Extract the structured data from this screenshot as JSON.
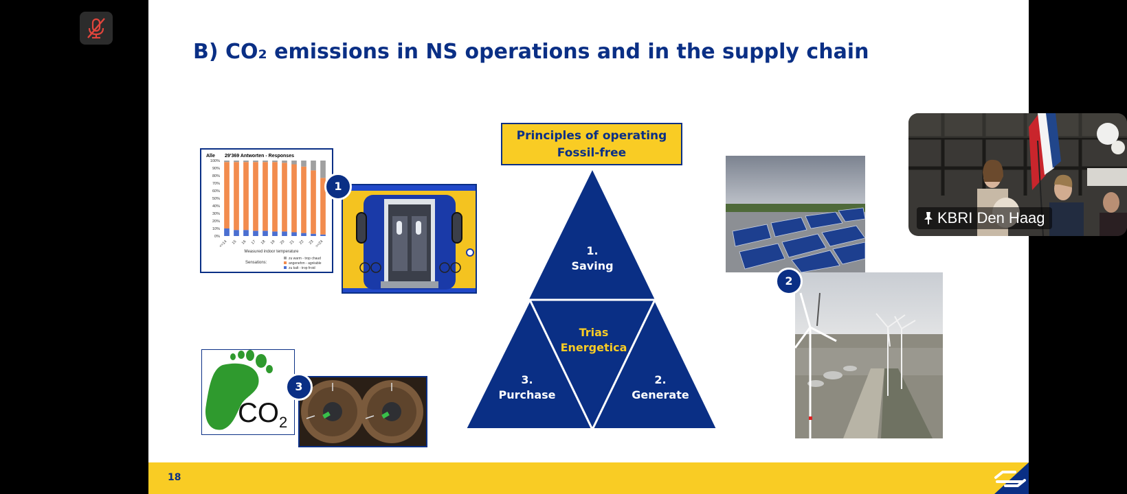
{
  "meeting": {
    "mic_icon": "mic-muted-icon",
    "participant_name": "KBRI Den Haag"
  },
  "slide": {
    "title": "B) CO₂ emissions in NS operations and in the supply chain",
    "page_number": "18",
    "principles_line1": "Principles of operating",
    "principles_line2": "Fossil-free",
    "triangle": {
      "top_num": "1.",
      "top_label": "Saving",
      "center_line1": "Trias",
      "center_line2": "Energetica",
      "left_num": "3.",
      "left_label": "Purchase",
      "right_num": "2.",
      "right_label": "Generate"
    },
    "badges": [
      "1",
      "2",
      "3"
    ],
    "co2_label": "CO",
    "co2_sub": "2",
    "chart_header_left": "Alle",
    "chart_header_right": "29'369 Antworten - Responses",
    "chart_xlabel": "Measured indoor temperature",
    "chart_sensations": "Sensations:",
    "chart_legend": [
      "zu warm - trop chaud",
      "angenehm - agréable",
      "zu kalt - trop froid"
    ]
  },
  "colors": {
    "ns_blue": "#0a2f85",
    "ns_yellow": "#f9cc24",
    "chart_orange": "#f28c4e",
    "chart_grey": "#a0a0a0",
    "chart_blue": "#4a6fd1"
  },
  "chart_data": {
    "type": "bar",
    "title": "29'369 Antworten - Responses",
    "xlabel": "Measured indoor temperature",
    "ylabel": "",
    "ylim": [
      0,
      100
    ],
    "y_ticks": [
      "0%",
      "10%",
      "20%",
      "30%",
      "40%",
      "50%",
      "60%",
      "70%",
      "80%",
      "90%",
      "100%"
    ],
    "categories": [
      "<=14",
      "15",
      "16",
      "17",
      "18",
      "19",
      "20",
      "21",
      "22",
      "23",
      ">=24"
    ],
    "series": [
      {
        "name": "zu kalt - trop froid",
        "values": [
          10,
          8,
          8,
          7,
          7,
          6,
          6,
          5,
          4,
          3,
          2
        ]
      },
      {
        "name": "angenehm - agréable",
        "values": [
          88,
          90,
          90,
          91,
          91,
          92,
          91,
          90,
          88,
          84,
          75
        ]
      },
      {
        "name": "zu warm - trop chaud",
        "values": [
          2,
          2,
          2,
          2,
          2,
          2,
          3,
          5,
          8,
          13,
          23
        ]
      }
    ]
  }
}
